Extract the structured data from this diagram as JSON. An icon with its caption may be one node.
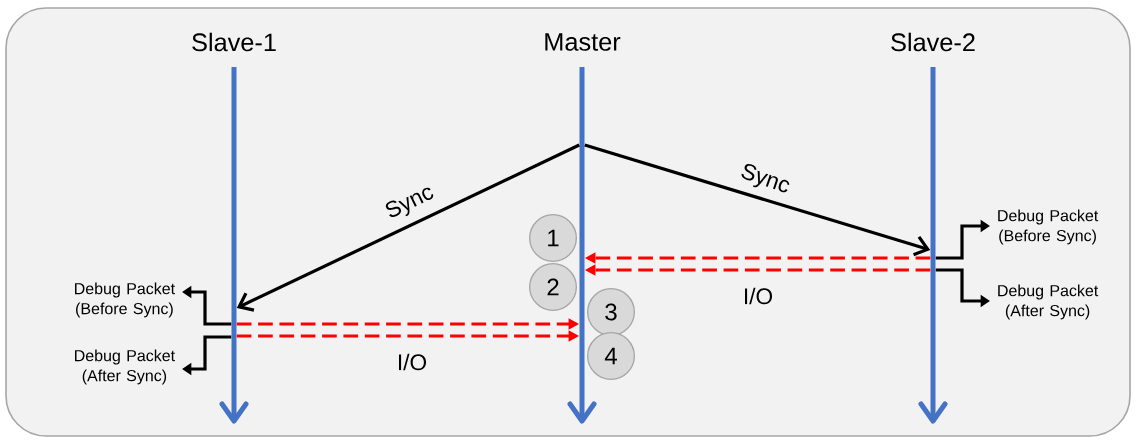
{
  "diagram": {
    "nodes": [
      {
        "text": [
          "Slave-1"
        ]
      },
      {
        "text": [
          "Master"
        ]
      },
      {
        "text": [
          "Slave-2"
        ]
      },
      {
        "text": [
          "Debug Packet (Before Sync)"
        ]
      },
      {
        "text": [
          "Debug Packet (After Sync)"
        ]
      },
      {
        "text": [
          "Debug Packet (Before Sync)"
        ]
      },
      {
        "text": [
          "Debug Packet (After Sync)"
        ]
      },
      {
        "text": [
          "1"
        ]
      },
      {
        "text": [
          "2"
        ]
      },
      {
        "text": [
          "3"
        ]
      },
      {
        "text": [
          "4"
        ]
      }
    ],
    "edges": [
      {
        "from": 1,
        "to": 0,
        "arrow": "to",
        "label": "Sync"
      },
      {
        "from": 1,
        "to": 2,
        "arrow": "to",
        "label": "Sync"
      },
      {
        "from": 2,
        "to": 1,
        "arrow": "to",
        "style": "dashed",
        "color": "#ff0000"
      },
      {
        "from": 2,
        "to": 1,
        "arrow": "to",
        "style": "dashed",
        "color": "#ff0000",
        "label": "I/O"
      },
      {
        "from": 0,
        "to": 1,
        "arrow": "to",
        "style": "dashed",
        "color": "#ff0000"
      },
      {
        "from": 0,
        "to": 1,
        "arrow": "to",
        "style": "dashed",
        "color": "#ff0000",
        "label": "I/O"
      },
      {
        "from": 0,
        "to": 3,
        "arrow": "to"
      },
      {
        "from": 0,
        "to": 4,
        "arrow": "to"
      },
      {
        "from": 2,
        "to": 5,
        "arrow": "to"
      },
      {
        "from": 2,
        "to": 6,
        "arrow": "to"
      }
    ]
  }
}
